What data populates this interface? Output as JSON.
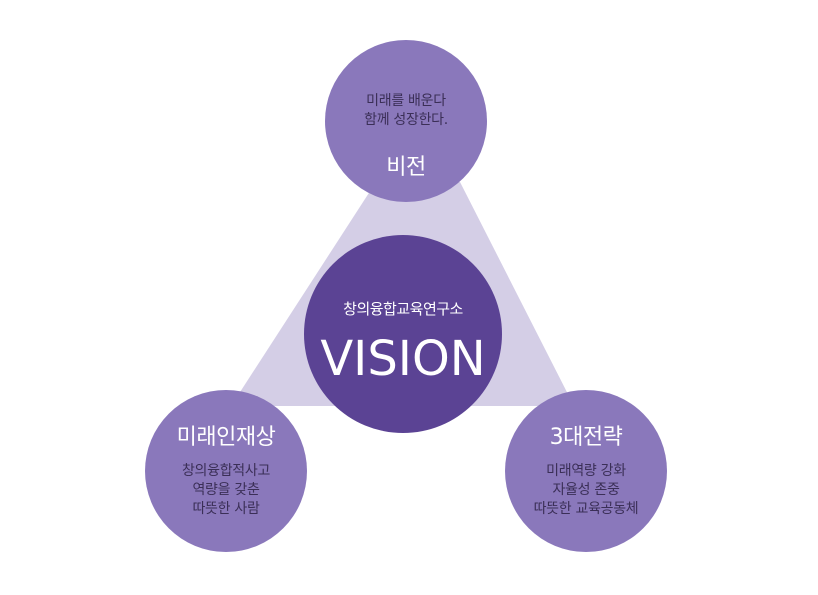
{
  "center": {
    "subtitle": "창의융합교육연구소",
    "title": "VISION"
  },
  "top": {
    "title": "비전",
    "lines": [
      "미래를 배운다",
      "함께 성장한다."
    ]
  },
  "left": {
    "title": "미래인재상",
    "lines": [
      "창의융합적사고",
      "역량을 갖춘",
      "따뜻한 사람"
    ]
  },
  "right": {
    "title": "3대전략",
    "lines": [
      "미래역량 강화",
      "자율성 존중",
      "따뜻한 교육공동체"
    ]
  },
  "colors": {
    "center_circle": "#5b4394",
    "outer_circle": "#8a78bb",
    "triangle": "#d4cee6",
    "body_text": "#3b2f57",
    "heading_text": "#ffffff"
  }
}
